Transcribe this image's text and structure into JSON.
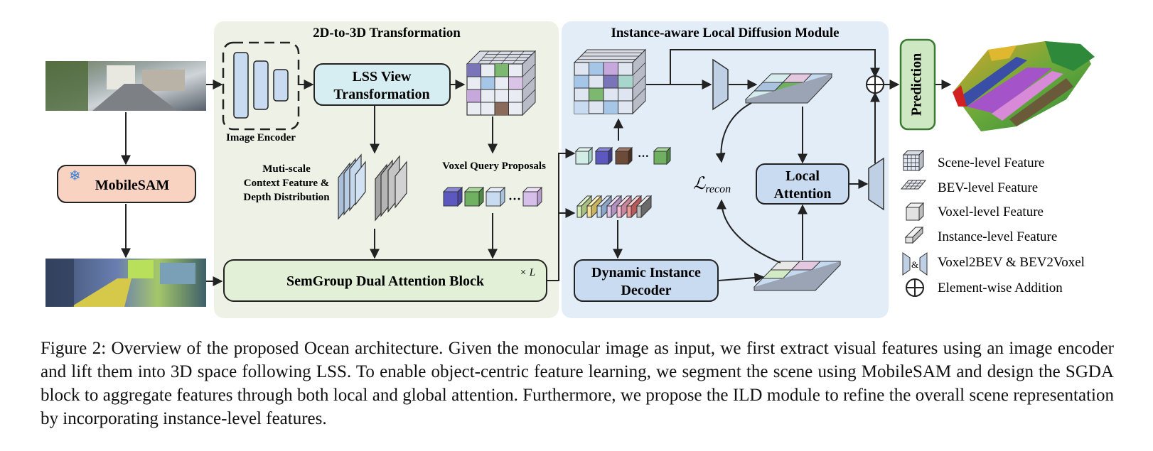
{
  "figure": {
    "section_2d3d": "2D-to-3D Transformation",
    "section_ild": "Instance-aware Local Diffusion Module",
    "image_encoder": "Image Encoder",
    "lss_line1": "LSS View",
    "lss_line2": "Transformation",
    "mobilesam": "MobileSAM",
    "multiscale_line1": "Muti-scale",
    "multiscale_line2": "Context Feature &",
    "multiscale_line3": "Depth Distribution",
    "voxel_query": "Voxel Query Proposals",
    "sgda": "SemGroup Dual Attention Block",
    "times_l": "× L",
    "local_attention_line1": "Local",
    "local_attention_line2": "Attention",
    "dynamic_decoder_line1": "Dynamic Instance",
    "dynamic_decoder_line2": "Decoder",
    "loss_main": "ℒ",
    "loss_sub": "recon",
    "prediction": "Prediction",
    "ellipsis": "···"
  },
  "legend": [
    {
      "icon": "scene-grid-icon",
      "label": "Scene-level Feature"
    },
    {
      "icon": "bev-grid-icon",
      "label": "BEV-level Feature"
    },
    {
      "icon": "voxel-cube-icon",
      "label": "Voxel-level Feature"
    },
    {
      "icon": "instance-bar-icon",
      "label": "Instance-level Feature"
    },
    {
      "icon": "voxel2bev-icon",
      "label": "Voxel2BEV & BEV2Voxel"
    },
    {
      "icon": "circle-plus-icon",
      "label": "Element-wise Addition"
    }
  ],
  "caption": "Figure 2: Overview of the proposed Ocean architecture. Given the monocular image as input, we first extract visual features using an image encoder and lift them into 3D space following LSS. To enable object-centric feature learning, we segment the scene using MobileSAM and design the SGDA block to aggregate features through both local and global attention. Furthermore, we propose the ILD module to refine the overall scene representation by incorporating instance-level features.",
  "colors": {
    "panel_2d3d": "#eef2e6",
    "panel_ild": "#e3edf8",
    "lss_box": "#d6eef2",
    "mobilesam_box": "#f8d3c2",
    "sgda_box": "#e3f0d8",
    "blue_box": "#c9dbf0",
    "prediction_box": "#cfe8c4",
    "prediction_border": "#3c7a34"
  }
}
